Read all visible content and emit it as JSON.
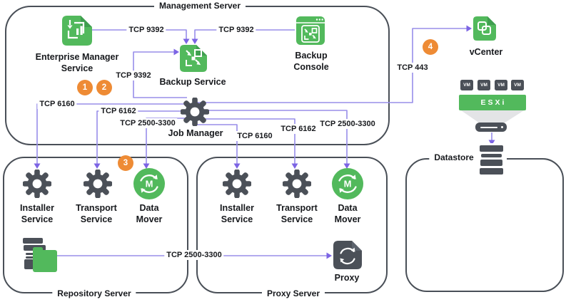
{
  "boxes": {
    "management": "Management Server",
    "repository": "Repository Server",
    "proxy": "Proxy Server",
    "datastore": "Datastore"
  },
  "nodes": {
    "enterprise_manager": {
      "line1": "Enterprise Manager",
      "line2": "Service"
    },
    "backup_service": {
      "label": "Backup Service"
    },
    "backup_console": {
      "line1": "Backup",
      "line2": "Console"
    },
    "job_manager": {
      "label": "Job Manager"
    },
    "vcenter": {
      "label": "vCenter"
    },
    "esxi": {
      "label": "ESXi"
    },
    "vm_chip": {
      "label": "VM"
    },
    "installer_service": {
      "line1": "Installer",
      "line2": "Service"
    },
    "transport_service": {
      "line1": "Transport",
      "line2": "Service"
    },
    "data_mover": {
      "line1": "Data",
      "line2": "Mover",
      "monogram": "M"
    },
    "proxy": {
      "label": "Proxy"
    }
  },
  "ports": {
    "em_to_backup": "TCP 9392",
    "console_to_backup": "TCP 9392",
    "job_to_backup": "TCP 9392",
    "job_to_repo_installer": "TCP 6160",
    "job_to_repo_transport": "TCP 6162",
    "job_to_repo_datamover": "TCP 2500-3300",
    "job_to_proxy_installer": "TCP 6160",
    "job_to_proxy_transport": "TCP 6162",
    "job_to_proxy_datamover": "TCP 2500-3300",
    "job_to_vcenter": "TCP 443",
    "repo_to_proxy": "TCP 2500-3300"
  },
  "steps": {
    "one": "1",
    "two": "2",
    "three": "3",
    "four": "4"
  },
  "colors": {
    "green": "#52b95c",
    "green_dark": "#3f9e4f",
    "slate": "#4b5058",
    "line": "#988ee9",
    "arrow": "#7c64e4",
    "orange": "#ee8b35"
  }
}
